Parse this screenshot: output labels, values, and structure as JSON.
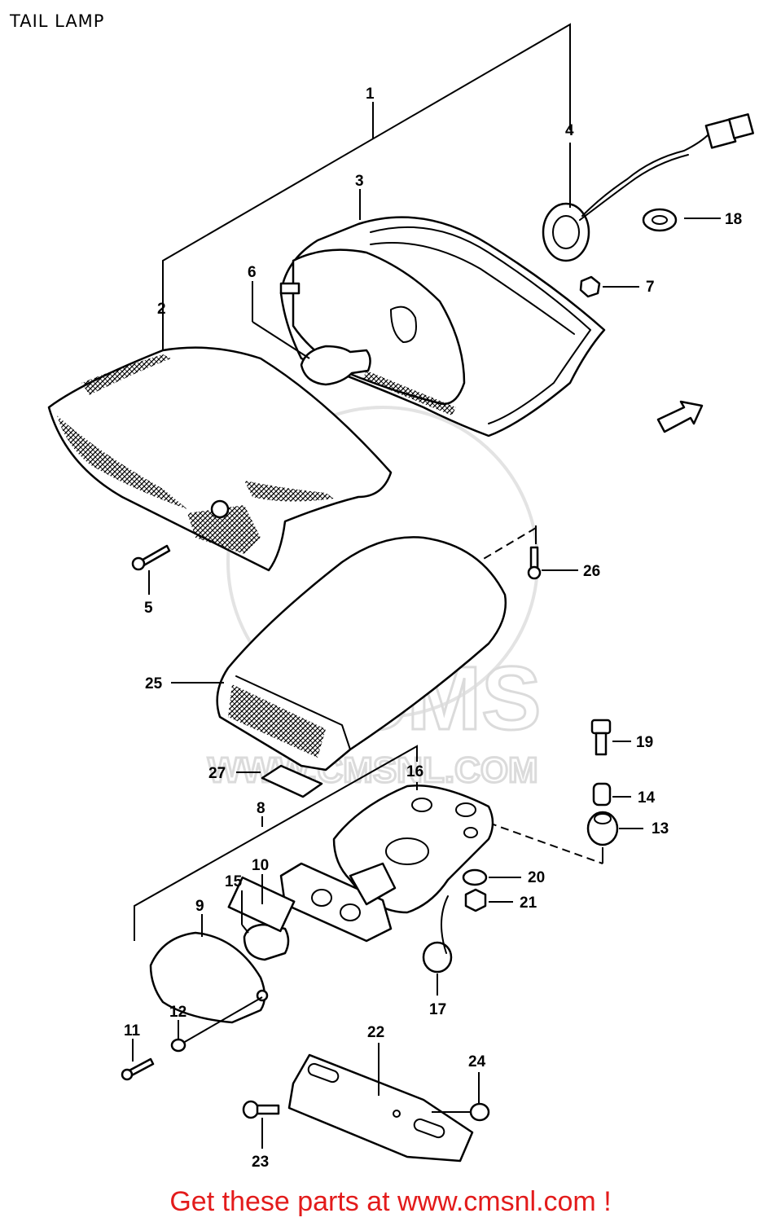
{
  "title": "TAIL LAMP",
  "callouts": [
    "1",
    "2",
    "3",
    "4",
    "5",
    "6",
    "7",
    "8",
    "9",
    "10",
    "11",
    "12",
    "13",
    "14",
    "15",
    "16",
    "17",
    "18",
    "19",
    "20",
    "21",
    "22",
    "23",
    "24",
    "25",
    "26",
    "27"
  ],
  "watermark": {
    "brand": "CMS",
    "url": "WWW.CMSNL.COM"
  },
  "footer": "Get these parts at www.cmsnl.com !",
  "colors": {
    "footer": "#e31b1b",
    "line": "#000000",
    "watermark": "#d8d8d8"
  },
  "direction_arrow_icon": "fwd-arrow-icon"
}
